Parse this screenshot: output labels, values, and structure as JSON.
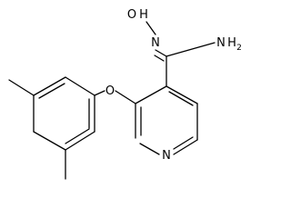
{
  "diagram": {
    "type": "chemical-structure",
    "atom_labels": {
      "hydroxyl_O": "O",
      "hydroxyl_H": "H",
      "imine_N": "N",
      "amine_N": "N",
      "amine_H": "H",
      "amine_H_count": "2",
      "ether_O": "O",
      "pyridine_N": "N"
    }
  }
}
